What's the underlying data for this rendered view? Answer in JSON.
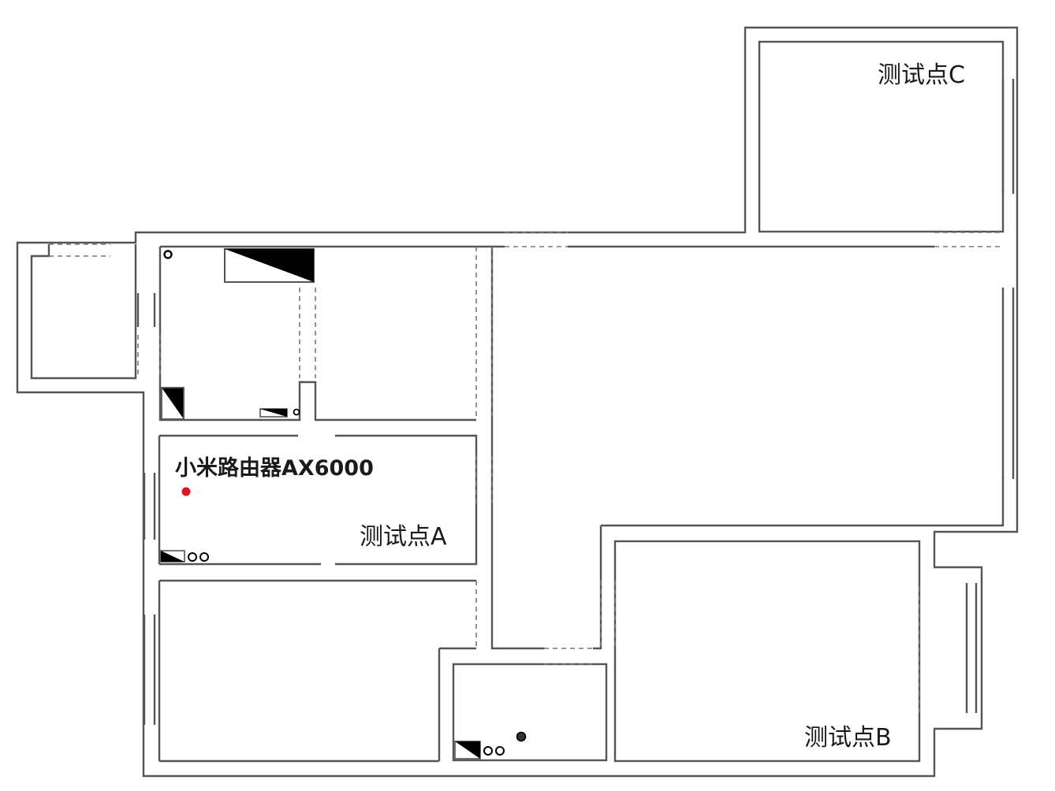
{
  "labels": {
    "router": "小米路由器AX6000",
    "test_a": "测试点A",
    "test_b": "测试点B",
    "test_c": "测试点C"
  },
  "colors": {
    "wall": "#555555",
    "router_dot": "#e0141e",
    "fixture": "#000000",
    "background": "#ffffff"
  }
}
